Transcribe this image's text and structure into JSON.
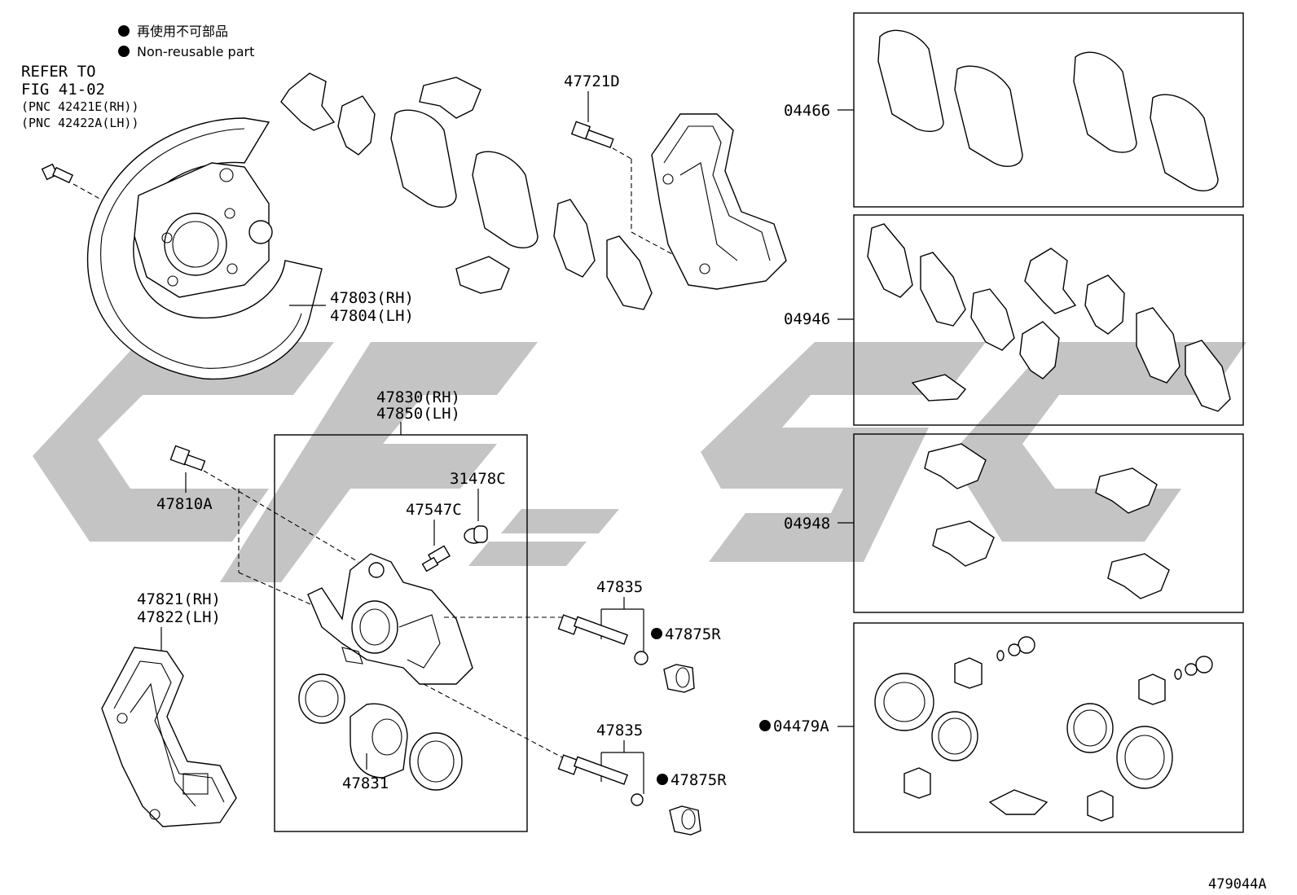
{
  "legend": {
    "jp": "再使用不可部品",
    "en": "Non-reusable part"
  },
  "refer": {
    "line1": "REFER TO",
    "line2": "FIG 41-02",
    "line3": "(PNC 42421E(RH))",
    "line4": "(PNC 42422A(LH))"
  },
  "parts": {
    "p47803": "47803(RH)",
    "p47804": "47804(LH)",
    "p47721D": "47721D",
    "p47830": "47830(RH)",
    "p47850": "47850(LH)",
    "p47810A": "47810A",
    "p31478C": "31478C",
    "p47547C": "47547C",
    "p47835a": "47835",
    "p47835b": "47835",
    "p47875Ra": "47875R",
    "p47875Rb": "47875R",
    "p47821": "47821(RH)",
    "p47822": "47822(LH)",
    "p47831": "47831",
    "p04466": "04466",
    "p04946": "04946",
    "p04948": "04948",
    "p04479A": "04479A"
  },
  "figure_id": "479044A",
  "colors": {
    "line": "#000000",
    "watermark": "#b3b3b3",
    "background": "#ffffff"
  }
}
